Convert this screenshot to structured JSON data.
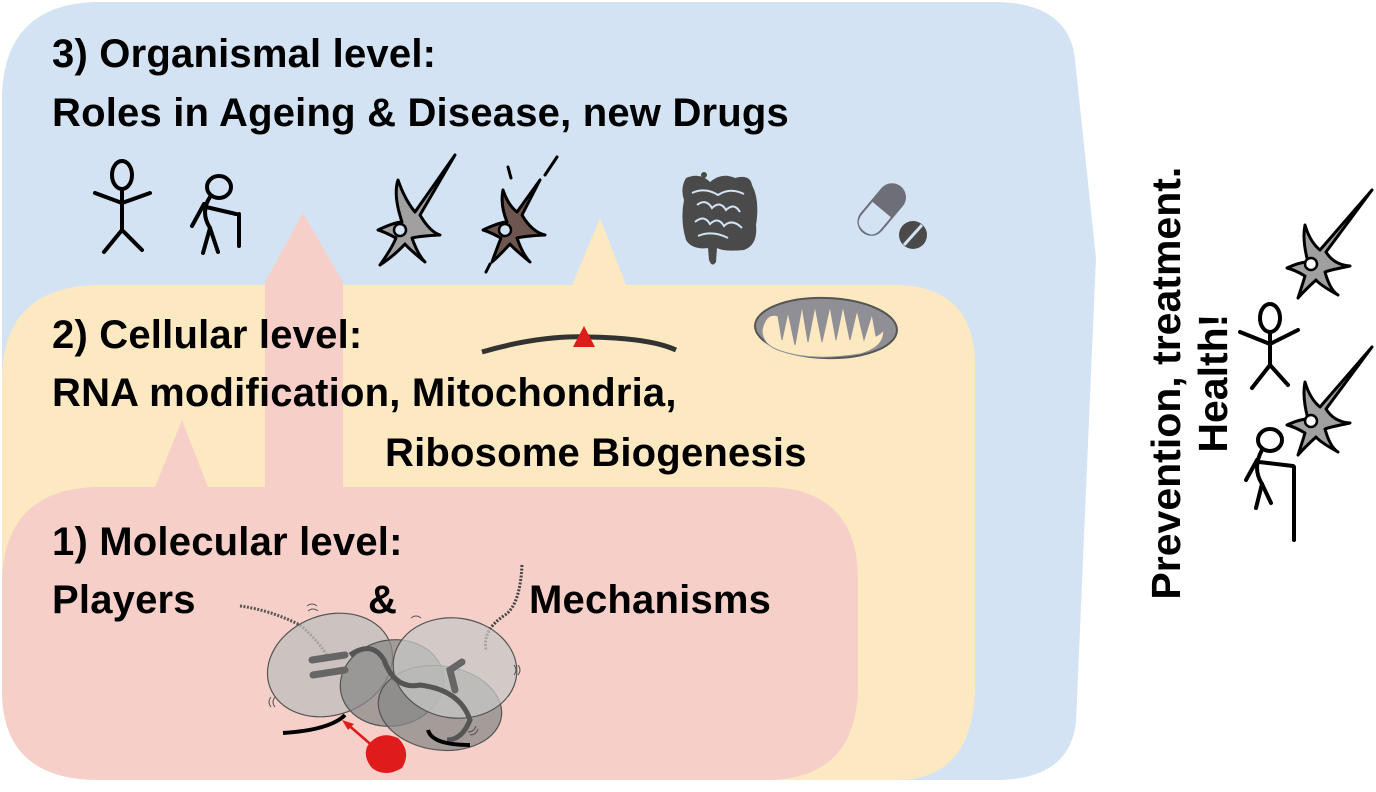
{
  "colors": {
    "organismal_bg": "#d3e3f3",
    "cellular_bg": "#fde9c1",
    "molecular_bg": "#f6d0c8",
    "red_accent": "#e01b1b",
    "dark_gray": "#4a4a4a",
    "neuron_gray": "#a0a0a0",
    "neuron_brown": "#6e5650"
  },
  "organismal": {
    "title": "3) Organismal level:",
    "subtitle": "Roles in Ageing & Disease, new Drugs",
    "icons": [
      "stick-figure-icon",
      "elderly-figure-icon",
      "healthy-neuron-icon",
      "damaged-neuron-icon",
      "intestine-icon",
      "pill-capsule-icon"
    ]
  },
  "cellular": {
    "title": "2) Cellular level:",
    "line1": "RNA modification, Mitochondria,",
    "line2": "Ribosome Biogenesis",
    "icons": [
      "rna-modification-icon",
      "mitochondrion-icon"
    ]
  },
  "molecular": {
    "title": "1) Molecular level:",
    "word_left": "Players",
    "ampersand": "&",
    "word_right": "Mechanisms",
    "icons": [
      "ribosome-icon"
    ]
  },
  "outcome": {
    "line1": "Prevention, treatment.",
    "line2": "Health!",
    "icons": [
      "healthy-person-icon",
      "healthy-elderly-icon",
      "neuron-icon"
    ]
  }
}
